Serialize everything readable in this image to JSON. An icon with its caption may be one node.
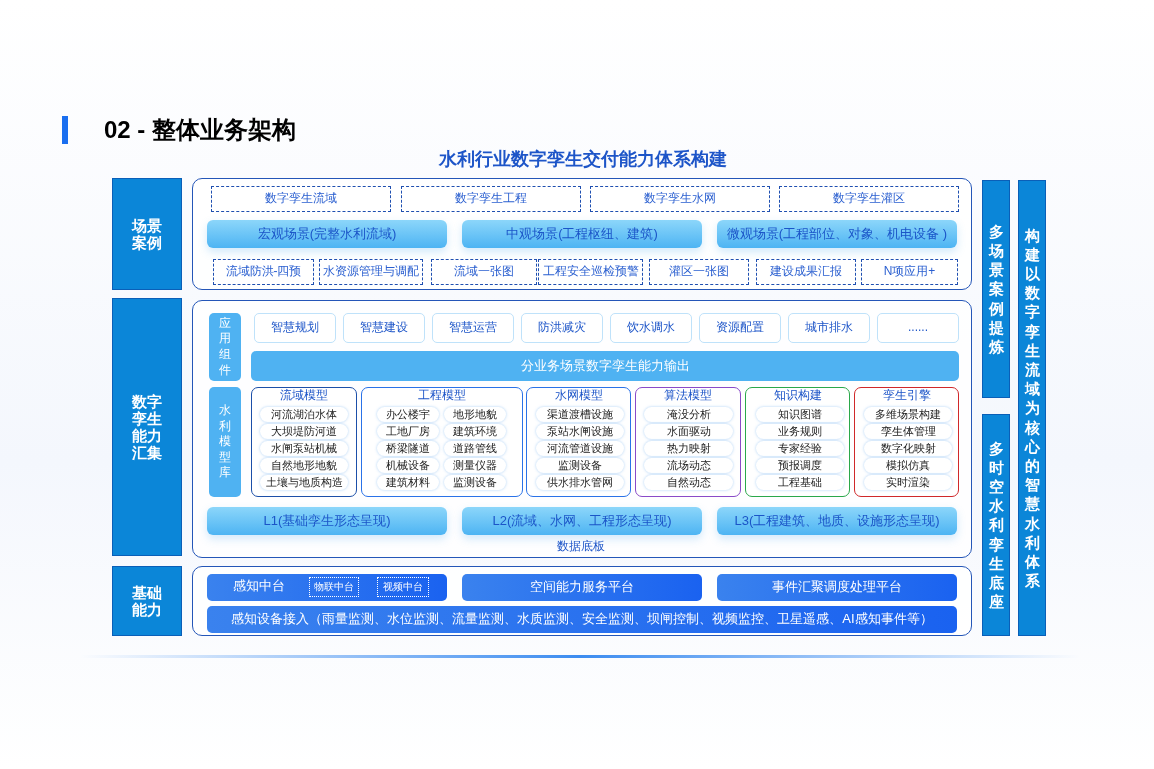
{
  "diagram": {
    "title": "02 - 整体业务架构",
    "nodes": [
      {
        "text": [
          "场景案例"
        ]
      },
      {
        "text": [],
        "shape": "box"
      },
      {
        "text": [
          "数字孪生流域"
        ],
        "in": 1
      },
      {
        "text": [
          "数字孪生工程"
        ],
        "in": 1
      },
      {
        "text": [
          "数字孪生水网"
        ],
        "in": 1
      },
      {
        "text": [
          "数字孪生灌区"
        ],
        "in": 1
      },
      {
        "text": [
          "宏观场景(完整水利流域)"
        ],
        "in": 1
      },
      {
        "text": [
          "中观场景(工程枢纽、建筑)"
        ],
        "in": 1
      },
      {
        "text": [
          "微观场景(工程部位、对象、机电设备 )"
        ],
        "in": 1
      },
      {
        "text": [
          "流域防洪-四预"
        ],
        "in": 1
      },
      {
        "text": [
          "水资源管理与调配"
        ],
        "in": 1
      },
      {
        "text": [
          "流域一张图"
        ],
        "in": 1
      },
      {
        "text": [
          "工程安全巡检预警"
        ],
        "in": 1
      },
      {
        "text": [
          "灌区一张图"
        ],
        "in": 1
      },
      {
        "text": [
          "建设成果汇报"
        ],
        "in": 1
      },
      {
        "text": [
          "N项应用+"
        ],
        "in": 1
      },
      {
        "text": [
          "数字孪生能力汇集"
        ]
      },
      {
        "text": [],
        "shape": "box"
      },
      {
        "text": [
          "应用组件"
        ],
        "in": 17
      },
      {
        "text": [
          "智慧规划"
        ],
        "in": 17
      },
      {
        "text": [
          "智慧建设"
        ],
        "in": 17
      },
      {
        "text": [
          "智慧运营"
        ],
        "in": 17
      },
      {
        "text": [
          "防洪减灾"
        ],
        "in": 17
      },
      {
        "text": [
          "饮水调水"
        ],
        "in": 17
      },
      {
        "text": [
          "资源配置"
        ],
        "in": 17
      },
      {
        "text": [
          "城市排水"
        ],
        "in": 17
      },
      {
        "text": [
          "......"
        ],
        "in": 17
      },
      {
        "text": [
          "分业务场景数字孪生能力输出"
        ],
        "in": 17
      },
      {
        "text": [
          "水利模型库"
        ],
        "in": 17
      },
      {
        "text": [
          "流域模型"
        ],
        "in": 17
      },
      {
        "text": [
          "河流湖泊水体"
        ],
        "in": 29
      },
      {
        "text": [
          "大坝堤防河道"
        ],
        "in": 29
      },
      {
        "text": [
          "水闸泵站机械"
        ],
        "in": 29
      },
      {
        "text": [
          "自然地形地貌"
        ],
        "in": 29
      },
      {
        "text": [
          "土壤与地质构造"
        ],
        "in": 29
      },
      {
        "text": [
          "工程模型"
        ],
        "in": 17
      },
      {
        "text": [
          "办公楼宇"
        ],
        "in": 35
      },
      {
        "text": [
          "地形地貌"
        ],
        "in": 35
      },
      {
        "text": [
          "工地厂房"
        ],
        "in": 35
      },
      {
        "text": [
          "建筑环境"
        ],
        "in": 35
      },
      {
        "text": [
          "桥梁隧道"
        ],
        "in": 35
      },
      {
        "text": [
          "道路管线"
        ],
        "in": 35
      },
      {
        "text": [
          "机械设备"
        ],
        "in": 35
      },
      {
        "text": [
          "测量仪器"
        ],
        "in": 35
      },
      {
        "text": [
          "建筑材料"
        ],
        "in": 35
      },
      {
        "text": [
          "监测设备"
        ],
        "in": 35
      },
      {
        "text": [
          "水网模型"
        ],
        "in": 17
      },
      {
        "text": [
          "渠道渡槽设施"
        ],
        "in": 46
      },
      {
        "text": [
          "泵站水闸设施"
        ],
        "in": 46
      },
      {
        "text": [
          "河流管道设施"
        ],
        "in": 46
      },
      {
        "text": [
          "监测设备"
        ],
        "in": 46
      },
      {
        "text": [
          "供水排水管网"
        ],
        "in": 46
      },
      {
        "text": [
          "算法模型"
        ],
        "in": 17
      },
      {
        "text": [
          "淹没分析"
        ],
        "in": 52
      },
      {
        "text": [
          "水面驱动"
        ],
        "in": 52
      },
      {
        "text": [
          "热力映射"
        ],
        "in": 52
      },
      {
        "text": [
          "流场动态"
        ],
        "in": 52
      },
      {
        "text": [
          "自然动态"
        ],
        "in": 52
      },
      {
        "text": [
          "知识构建"
        ],
        "in": 17
      },
      {
        "text": [
          "知识图谱"
        ],
        "in": 58
      },
      {
        "text": [
          "业务规则"
        ],
        "in": 58
      },
      {
        "text": [
          "专家经验"
        ],
        "in": 58
      },
      {
        "text": [
          "预报调度"
        ],
        "in": 58
      },
      {
        "text": [
          "工程基础"
        ],
        "in": 58
      },
      {
        "text": [
          "孪生引擎"
        ],
        "in": 17
      },
      {
        "text": [
          "多维场景构建"
        ],
        "in": 64
      },
      {
        "text": [
          "孪生体管理"
        ],
        "in": 64
      },
      {
        "text": [
          "数字化映射"
        ],
        "in": 64
      },
      {
        "text": [
          "模拟仿真"
        ],
        "in": 64
      },
      {
        "text": [
          "实时渲染"
        ],
        "in": 64
      },
      {
        "text": [
          "L1(基础孪生形态呈现)"
        ],
        "in": 17
      },
      {
        "text": [
          "L2(流域、水网、工程形态呈现)"
        ],
        "in": 17
      },
      {
        "text": [
          "L3(工程建筑、地质、设施形态呈现)"
        ],
        "in": 17
      },
      {
        "text": [
          "基础能力"
        ]
      },
      {
        "text": [],
        "shape": "box"
      },
      {
        "text": [
          "感知中台"
        ],
        "in": 74
      },
      {
        "text": [
          "物联中台"
        ],
        "in": 75
      },
      {
        "text": [
          "视频中台"
        ],
        "in": 75
      },
      {
        "text": [
          "空间能力服务平台"
        ],
        "in": 74
      },
      {
        "text": [
          "事件汇聚调度处理平台"
        ],
        "in": 74
      },
      {
        "text": [
          "感知设备接入（雨量监测、水位监测、流量监测、水质监测、安全监测、坝闸控制、视频监控、卫星遥感、AI感知事件等）"
        ],
        "in": 74
      },
      {
        "text": [
          "多场景案例提炼"
        ]
      },
      {
        "text": [
          "多时空水利孪生底座"
        ]
      },
      {
        "text": [
          "构建以数字孪生流域为核心的智慧水利体系"
        ]
      }
    ],
    "labels": [
      "水利行业数字孪生交付能力体系构建",
      "数据底板"
    ]
  }
}
